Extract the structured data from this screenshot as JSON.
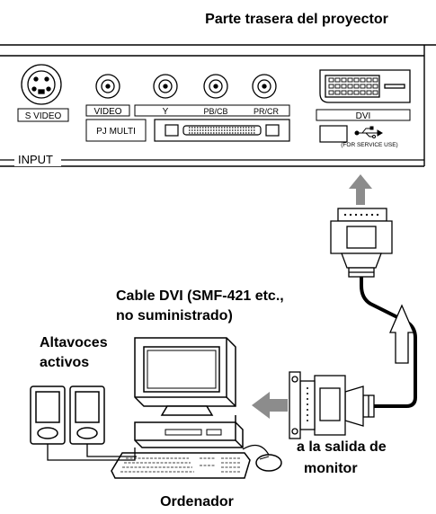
{
  "panel": {
    "title": "Parte trasera del proyector",
    "s_video": "S VIDEO",
    "video": "VIDEO",
    "y": "Y",
    "pb_cb": "PB/CB",
    "pr_cr": "PR/CR",
    "pj_multi": "PJ MULTI",
    "dvi": "DVI",
    "service": "(FOR SERVICE USE)",
    "input": "INPUT"
  },
  "labels": {
    "cable_line1": "Cable DVI (SMF-421 etc.,",
    "cable_line2": "no suministrado)",
    "speakers_line1": "Altavoces",
    "speakers_line2": "activos",
    "monitor_out_line1": "a la salida de",
    "monitor_out_line2": "monitor",
    "computer": "Ordenador"
  },
  "colors": {
    "outline": "#000000",
    "arrow_gray": "#8c8c8c"
  }
}
